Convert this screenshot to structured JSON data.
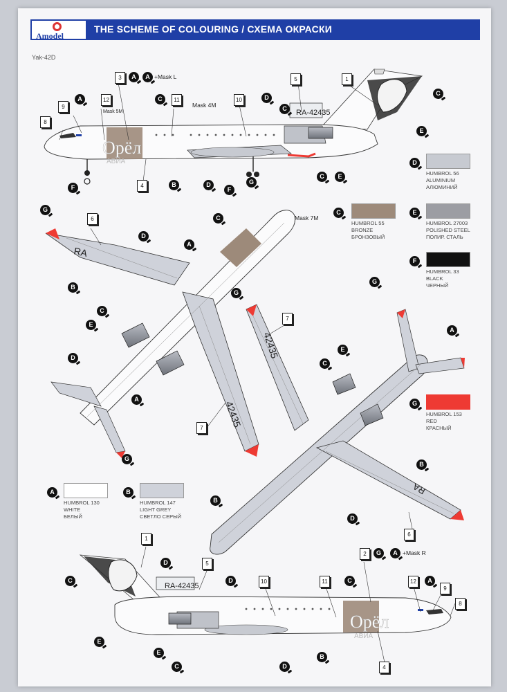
{
  "brand": {
    "logo_text": "Amodel"
  },
  "header": {
    "title": "THE SCHEME OF COLOURING / СХЕМА ОКРАСКИ"
  },
  "model_name": "Yak-42D",
  "registration": "RA-42435",
  "reg_prefix": "RA",
  "reg_number": "42435",
  "livery": {
    "main": "Орёл",
    "sub": "АВИА"
  },
  "masks": {
    "top": "+Mask L",
    "bottom": "+Mask R",
    "m4": "Mask 4M",
    "m5": "Mask 5M",
    "m7": "Mask 7M"
  },
  "decal_numbers": {
    "d1": "1",
    "d2": "2",
    "d3": "3",
    "d4": "4",
    "d5": "5",
    "d6": "6",
    "d7": "7",
    "d8": "8",
    "d9": "9",
    "d10": "10",
    "d11": "11",
    "d12": "12"
  },
  "letters": {
    "A": "A",
    "B": "B",
    "C": "C",
    "D": "D",
    "E": "E",
    "F": "F",
    "G": "G"
  },
  "legend": [
    {
      "letter": "D",
      "paint": "HUMBROL 56",
      "en": "ALUMINIUM",
      "ru": "АЛЮМИНИЙ",
      "color": "#c7cad1"
    },
    {
      "letter": "C",
      "paint": "HUMBROL 55",
      "en": "BRONZE",
      "ru": "БРОНЗОВЫЙ",
      "color": "#9d8a7a"
    },
    {
      "letter": "E",
      "paint": "HUMBROL 27003",
      "en": "POLISHED STEEL",
      "ru": "ПОЛИР. СТАЛЬ",
      "color": "#9c9da3"
    },
    {
      "letter": "F",
      "paint": "HUMBROL 33",
      "en": "BLACK",
      "ru": "ЧЕРНЫЙ",
      "color": "#111111"
    },
    {
      "letter": "G",
      "paint": "HUMBROL 153",
      "en": "RED",
      "ru": "КРАСНЫЙ",
      "color": "#ee3a33"
    },
    {
      "letter": "A",
      "paint": "HUMBROL 130",
      "en": "WHITE",
      "ru": "БЕЛЫЙ",
      "color": "#ffffff"
    },
    {
      "letter": "B",
      "paint": "HUMBROL 147",
      "en": "LIGHT GREY",
      "ru": "СВЕТЛО СЕРЫЙ",
      "color": "#cfd2da"
    }
  ]
}
